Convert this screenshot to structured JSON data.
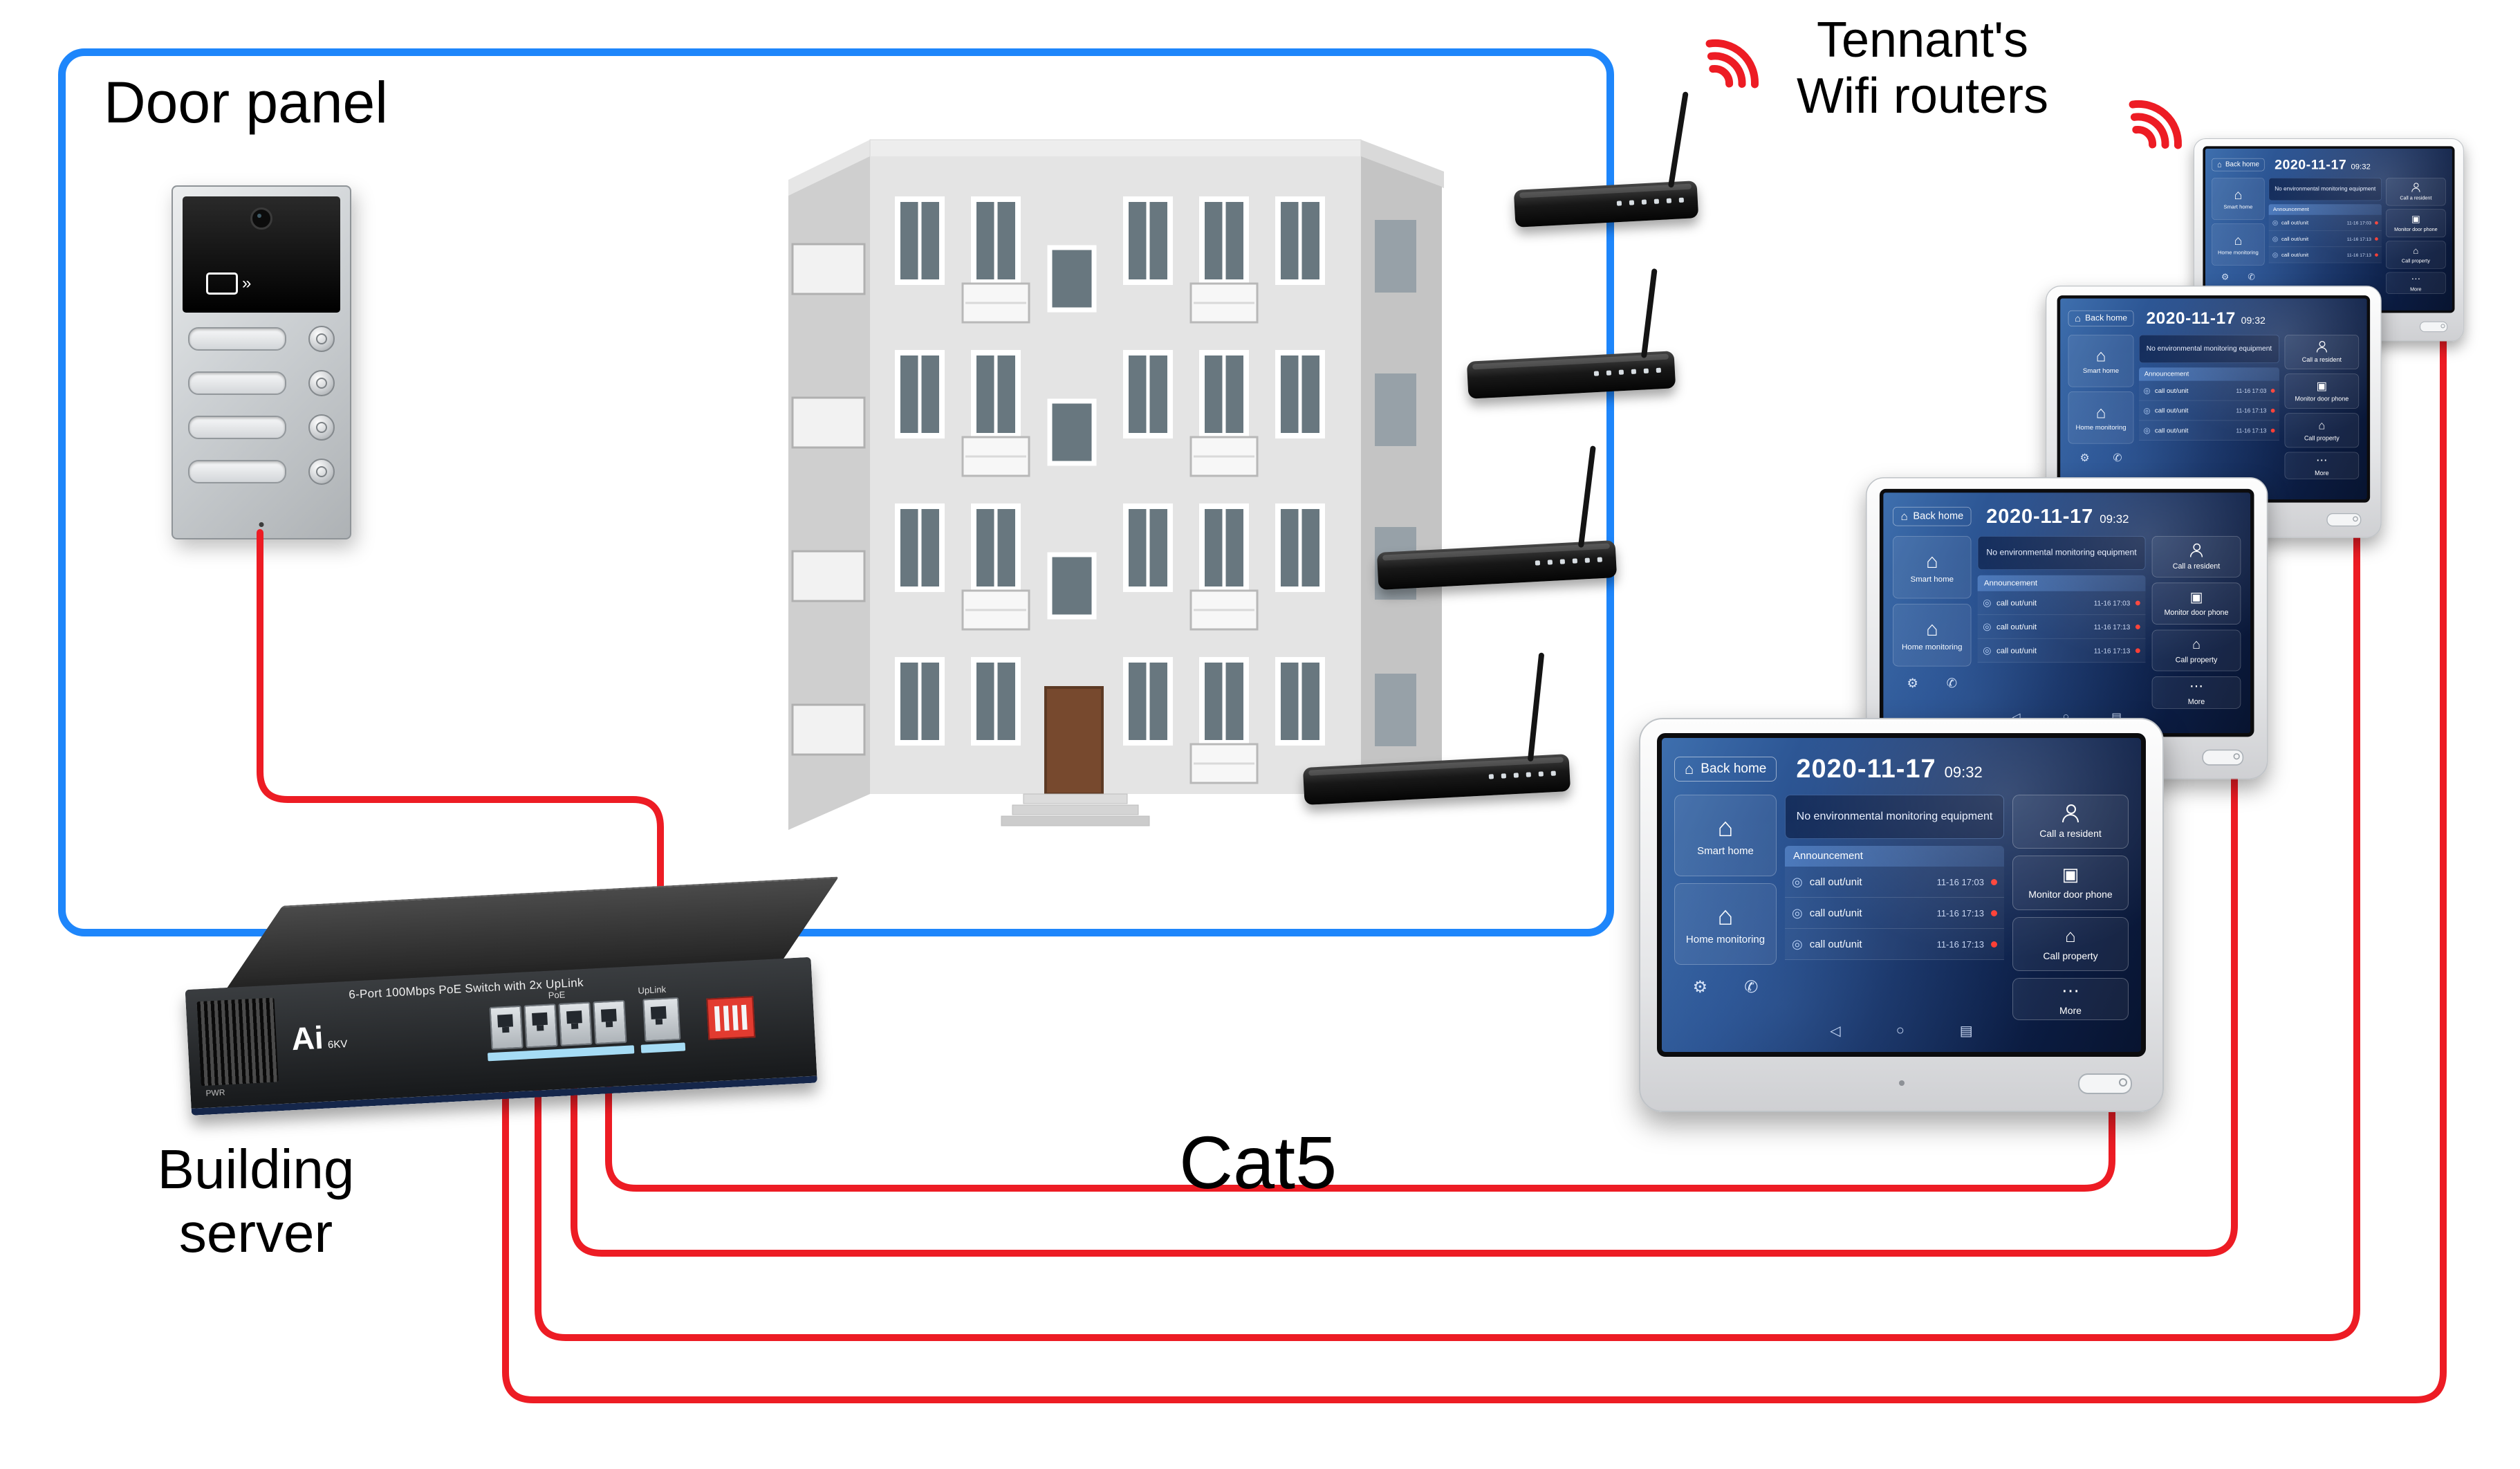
{
  "labels": {
    "door_panel": "Door panel",
    "tenants_wifi_line1": "Tennant's",
    "tenants_wifi_line2": "Wifi routers",
    "building_server_line1": "Building",
    "building_server_line2": "server",
    "cat5": "Cat5"
  },
  "colors": {
    "box_blue": "#1E86FB",
    "cable_red": "#ED1C24"
  },
  "switch": {
    "title": "6-Port 100Mbps PoE Switch with 2x UpLink",
    "brand": "Ai",
    "brand_sub": "6KV",
    "poe_label": "PoE",
    "uplink_label": "UpLink",
    "pwr_label": "PWR"
  },
  "monitor": {
    "back_label": "Back home",
    "date": "2020-11-17",
    "time": "09:32",
    "banner": "No environmental monitoring equipment",
    "announcement_label": "Announcement",
    "tile_smart_home": "Smart home",
    "tile_home_monitoring": "Home monitoring",
    "right_call_resident": "Call a resident",
    "right_monitor_door": "Monitor door phone",
    "right_call_property": "Call property",
    "right_more": "More",
    "calls": [
      {
        "label": "call out/unit",
        "time": "11-16 17:03"
      },
      {
        "label": "call out/unit",
        "time": "11-16 17:13"
      },
      {
        "label": "call out/unit",
        "time": "11-16 17:13"
      }
    ]
  },
  "icons": {
    "home": "⌂",
    "gear": "⚙",
    "phone": "✆",
    "record": "◎",
    "door_phone": "▣",
    "more": "⋯",
    "card_waves": "»",
    "nav_back": "◁",
    "nav_home": "○",
    "nav_recents": "▤"
  }
}
